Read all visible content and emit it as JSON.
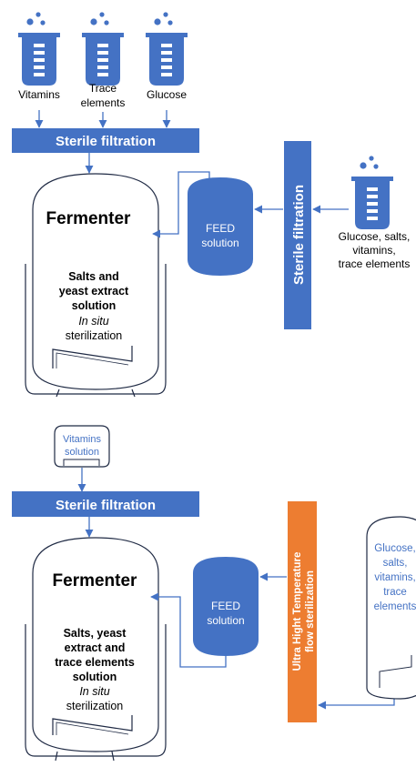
{
  "colors": {
    "blue": "#4472c4",
    "orange": "#ed7d31",
    "white": "#ffffff",
    "black": "#000000"
  },
  "top": {
    "inputs": {
      "vitamins": "Vitamins",
      "trace_line1": "Trace",
      "trace_line2": "elements",
      "glucose": "Glucose"
    },
    "sterile_filtration_bar": "Sterile filtration",
    "fermenter_title": "Fermenter",
    "fermenter_contents": [
      "Salts and",
      "yeast extract",
      "solution"
    ],
    "in_situ": "In situ",
    "sterilization": "sterilization",
    "feed_tank": [
      "FEED",
      "solution"
    ],
    "vertical_filter": "Sterile filtration",
    "side_input": [
      "Glucose, salts,",
      "vitamins,",
      "trace elements"
    ]
  },
  "bottom": {
    "vitamins_bottle": [
      "Vitamins",
      "solution"
    ],
    "sterile_filtration_bar": "Sterile filtration",
    "fermenter_title": "Fermenter",
    "fermenter_contents": [
      "Salts, yeast",
      "extract and",
      "trace elements",
      "solution"
    ],
    "in_situ": "In situ",
    "sterilization": "sterilization",
    "feed_tank": [
      "FEED",
      "solution"
    ],
    "uht_box": [
      "Ultra Hight Temperature",
      "flow sterilization"
    ],
    "side_vessel": [
      "Glucose,",
      "salts,",
      "vitamins,",
      "trace",
      "elements"
    ]
  }
}
